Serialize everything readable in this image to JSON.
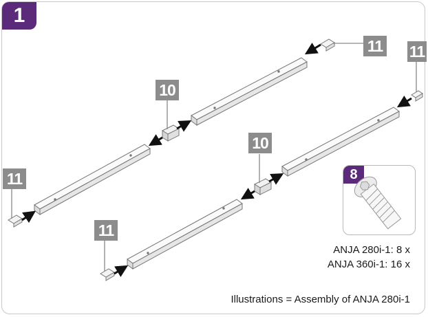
{
  "step": {
    "number": "1"
  },
  "part_labels": {
    "tag_top_right_a": "11",
    "tag_top_right_b": "11",
    "tag_left": "11",
    "tag_bottom_left": "11",
    "tag_mid_upper": "10",
    "tag_mid_lower": "10"
  },
  "screw": {
    "number": "8"
  },
  "quantities": {
    "line1": "ANJA 280i-1: 8 x",
    "line2": "ANJA 360i-1: 16 x"
  },
  "footnote": "Illustrations = Assembly of ANJA 280i-1",
  "colors": {
    "accent": "#5b2a7a",
    "tag": "#8c8c8c"
  }
}
